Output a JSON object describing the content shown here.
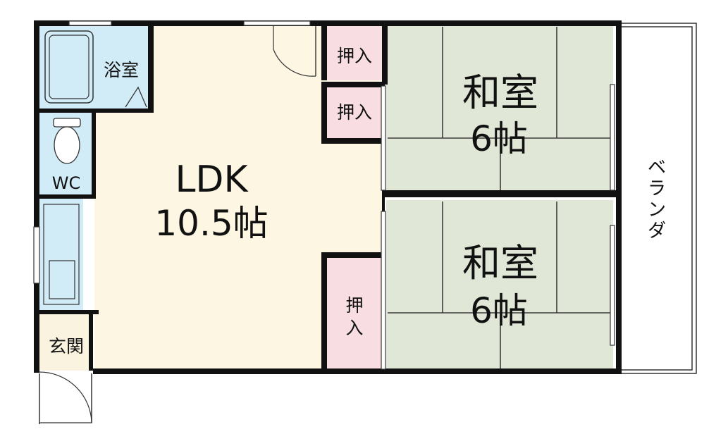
{
  "rooms": {
    "bath": "浴室",
    "wc": "WC",
    "ldk_name": "LDK",
    "ldk_size": "10.5帖",
    "closet_top": "押入",
    "closet_mid": "押入",
    "closet_low_1": "押",
    "closet_low_2": "入",
    "washitsu_top_name": "和室",
    "washitsu_top_size": "6帖",
    "washitsu_bottom_name": "和室",
    "washitsu_bottom_size": "6帖",
    "entrance": "玄関"
  },
  "balcony": {
    "c1": "ベ",
    "c2": "ラ",
    "c3": "ン",
    "c4": "ダ"
  },
  "colors": {
    "wall": "#111111",
    "ldk_floor": "#fdf6e3",
    "bath_fill": "#d2ecf7",
    "closet_fill": "#f8dde3",
    "tatami_fill": "#e1e7d6",
    "tatami_line": "#3c3c3c",
    "genkan_fill": "#faf3e0"
  }
}
